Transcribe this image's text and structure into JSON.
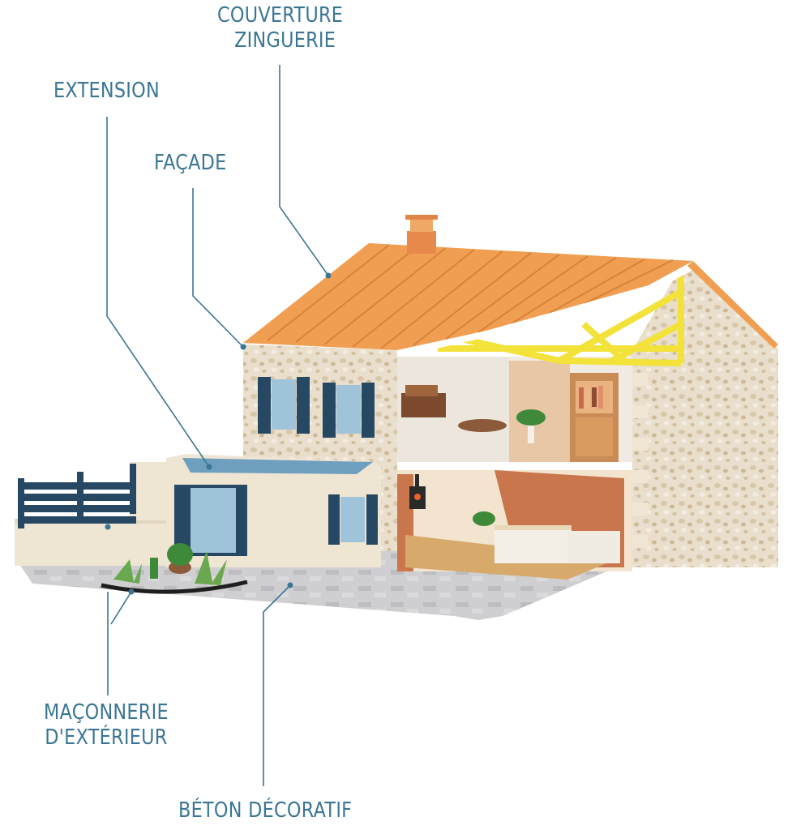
{
  "labels": {
    "couverture": [
      "COUVERTURE",
      "ZINGUERIE"
    ],
    "extension": "EXTENSION",
    "facade": "FAÇADE",
    "maconnerie": [
      "MAÇONNERIE",
      "D'EXTÉRIEUR"
    ],
    "beton": "BÉTON DÉCORATIF"
  },
  "colors": {
    "label_text": "#3a7694",
    "leader_line": "#3a7694",
    "roof": "#f09f52",
    "roof_lines": "#d9823a",
    "stone_wall": "#e8ddc9",
    "frame_yellow": "#f2e23a",
    "shutters": "#264863",
    "pavement": "#c9c9cc",
    "extension_wall": "#efe5d3",
    "pool_water": "#6e9fbf",
    "fence": "#264863"
  },
  "icons": {
    "chimney": "chimney-icon",
    "plants": "plant-icon",
    "stove": "stove-icon"
  }
}
